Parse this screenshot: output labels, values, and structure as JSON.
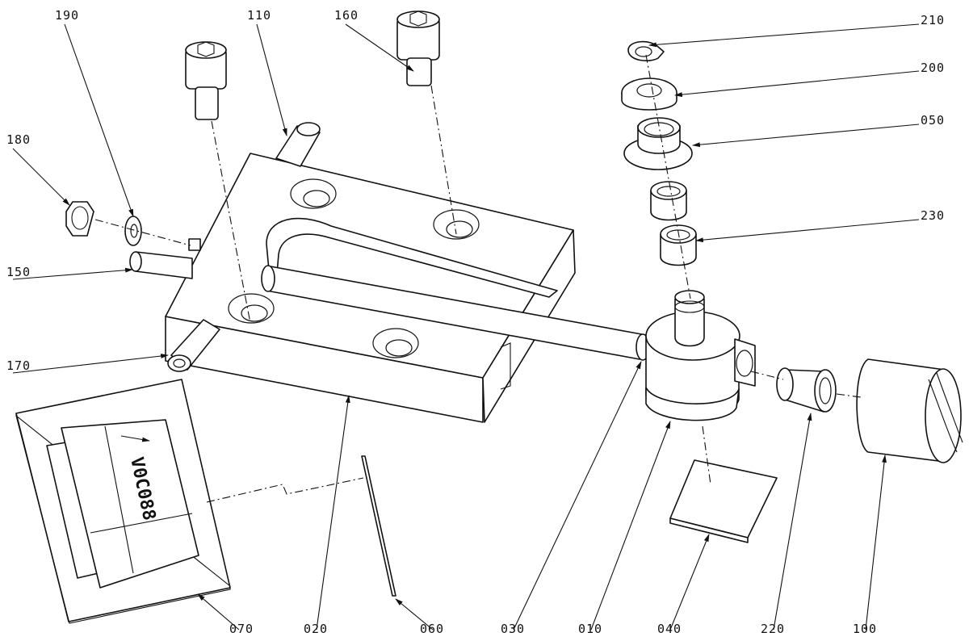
{
  "diagram": {
    "callouts": [
      {
        "id": "label-190",
        "text": "190"
      },
      {
        "id": "label-110",
        "text": "110"
      },
      {
        "id": "label-160",
        "text": "160"
      },
      {
        "id": "label-210",
        "text": "210"
      },
      {
        "id": "label-200",
        "text": "200"
      },
      {
        "id": "label-050",
        "text": "050"
      },
      {
        "id": "label-180",
        "text": "180"
      },
      {
        "id": "label-230",
        "text": "230"
      },
      {
        "id": "label-150",
        "text": "150"
      },
      {
        "id": "label-170",
        "text": "170"
      },
      {
        "id": "label-070",
        "text": "070"
      },
      {
        "id": "label-020",
        "text": "020"
      },
      {
        "id": "label-060",
        "text": "060"
      },
      {
        "id": "label-030",
        "text": "030"
      },
      {
        "id": "label-010",
        "text": "010"
      },
      {
        "id": "label-040",
        "text": "040"
      },
      {
        "id": "label-220",
        "text": "220"
      },
      {
        "id": "label-100",
        "text": "100"
      }
    ],
    "document_text": "V0C088",
    "line_color": "#111111",
    "background_color": "#ffffff"
  }
}
